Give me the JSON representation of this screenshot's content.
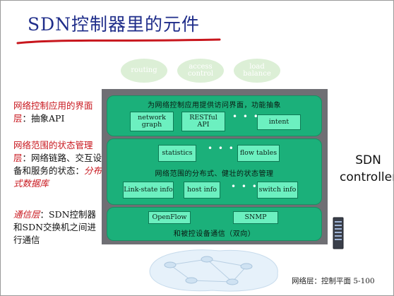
{
  "slide": {
    "title": "SDN控制器里的元件",
    "footer": "网络层：控制平面 5-100"
  },
  "apps": [
    {
      "line1": "routing",
      "line2": ""
    },
    {
      "line1": "access",
      "line2": "control"
    },
    {
      "line1": "load",
      "line2": "balance"
    }
  ],
  "left_notes": {
    "interface": {
      "red": "网络控制应用的界面层",
      "black": "：抽象API"
    },
    "state": {
      "red": "网络范围的状态管理层",
      "black": "：网络链路、交互设备和服务的状态：",
      "red_italic": "分布式数据库"
    },
    "comm": {
      "red_italic": "通信层",
      "black": "：SDN控制器和SDN交换机之间进行通信"
    }
  },
  "layers": {
    "top": {
      "label": "为网络控制应用提供访问界面，功能抽象",
      "chips": [
        {
          "line1": "network",
          "line2": "graph"
        },
        {
          "line1": "RESTful",
          "line2": "API"
        },
        {
          "line1": "intent",
          "line2": ""
        }
      ]
    },
    "middle": {
      "label": "网络范围的分布式、健壮的状态管理",
      "chips_top": [
        "statistics",
        "flow tables"
      ],
      "chips_bottom": [
        "Link-state info",
        "host info",
        "switch info"
      ]
    },
    "bottom": {
      "label": "和被控设备通信（双向）",
      "chips": [
        "OpenFlow",
        "SNMP"
      ]
    }
  },
  "controller_label": {
    "line1": "SDN",
    "line2": "controller"
  },
  "dots": "• • •",
  "colors": {
    "title": "#1f2d8a",
    "accent_red": "#c8161d",
    "layer_green": "#1bb07a",
    "chip_green": "#6cf0c0",
    "controller_gray": "#6f6f74"
  }
}
